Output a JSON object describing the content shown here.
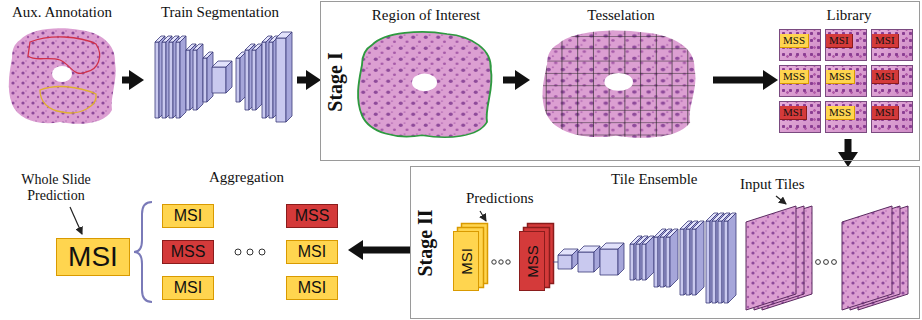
{
  "diagram": {
    "nodes": [
      {
        "text": [
          "Aux. Annotation"
        ]
      },
      {
        "text": [
          "Train Segmentation"
        ]
      },
      {
        "text": [
          "Stage I"
        ]
      },
      {
        "text": [
          "Region of Interest"
        ],
        "in": 2
      },
      {
        "text": [
          "Tesselation"
        ],
        "in": 2
      },
      {
        "text": [
          "Library"
        ],
        "in": 2
      },
      {
        "text": [
          "MSS"
        ],
        "in": 5
      },
      {
        "text": [
          "MSI"
        ],
        "in": 5
      },
      {
        "text": [
          "MSI"
        ],
        "in": 5
      },
      {
        "text": [
          "MSS"
        ],
        "in": 5
      },
      {
        "text": [
          "MSS"
        ],
        "in": 5
      },
      {
        "text": [
          "MSI"
        ],
        "in": 5
      },
      {
        "text": [
          "MSI"
        ],
        "in": 5
      },
      {
        "text": [
          "MSS"
        ],
        "in": 5
      },
      {
        "text": [
          "MSI"
        ],
        "in": 5
      },
      {
        "text": [
          "Stage II",
          "Tile Ensemble"
        ]
      },
      {
        "text": [
          "MSI"
        ],
        "in": 15
      },
      {
        "text": [
          "MSS"
        ],
        "in": 15
      },
      {
        "text": [
          "Aggregation"
        ]
      },
      {
        "text": [
          "MSI"
        ],
        "in": 18
      },
      {
        "text": [
          "MSI"
        ],
        "in": 18
      },
      {
        "text": [
          "MSS"
        ],
        "in": 18
      },
      {
        "text": [
          "MSS"
        ],
        "in": 18
      },
      {
        "text": [
          "MSI"
        ],
        "in": 18
      },
      {
        "text": [
          "MSI"
        ],
        "in": 18
      },
      {
        "text": [
          "MSI"
        ],
        "in": 18
      }
    ],
    "edges": [
      {
        "from": 0,
        "to": 1,
        "arrow": "to"
      },
      {
        "from": 1,
        "to": 2,
        "arrow": "to"
      },
      {
        "from": 3,
        "to": 4,
        "arrow": "to"
      },
      {
        "from": 4,
        "to": 5,
        "arrow": "to"
      },
      {
        "from": 5,
        "to": 15,
        "arrow": "to"
      },
      {
        "from": 15,
        "to": 18,
        "arrow": "to"
      }
    ],
    "labels": [
      "Whole Slide Prediction",
      "Predictions",
      "Input Tiles"
    ]
  }
}
